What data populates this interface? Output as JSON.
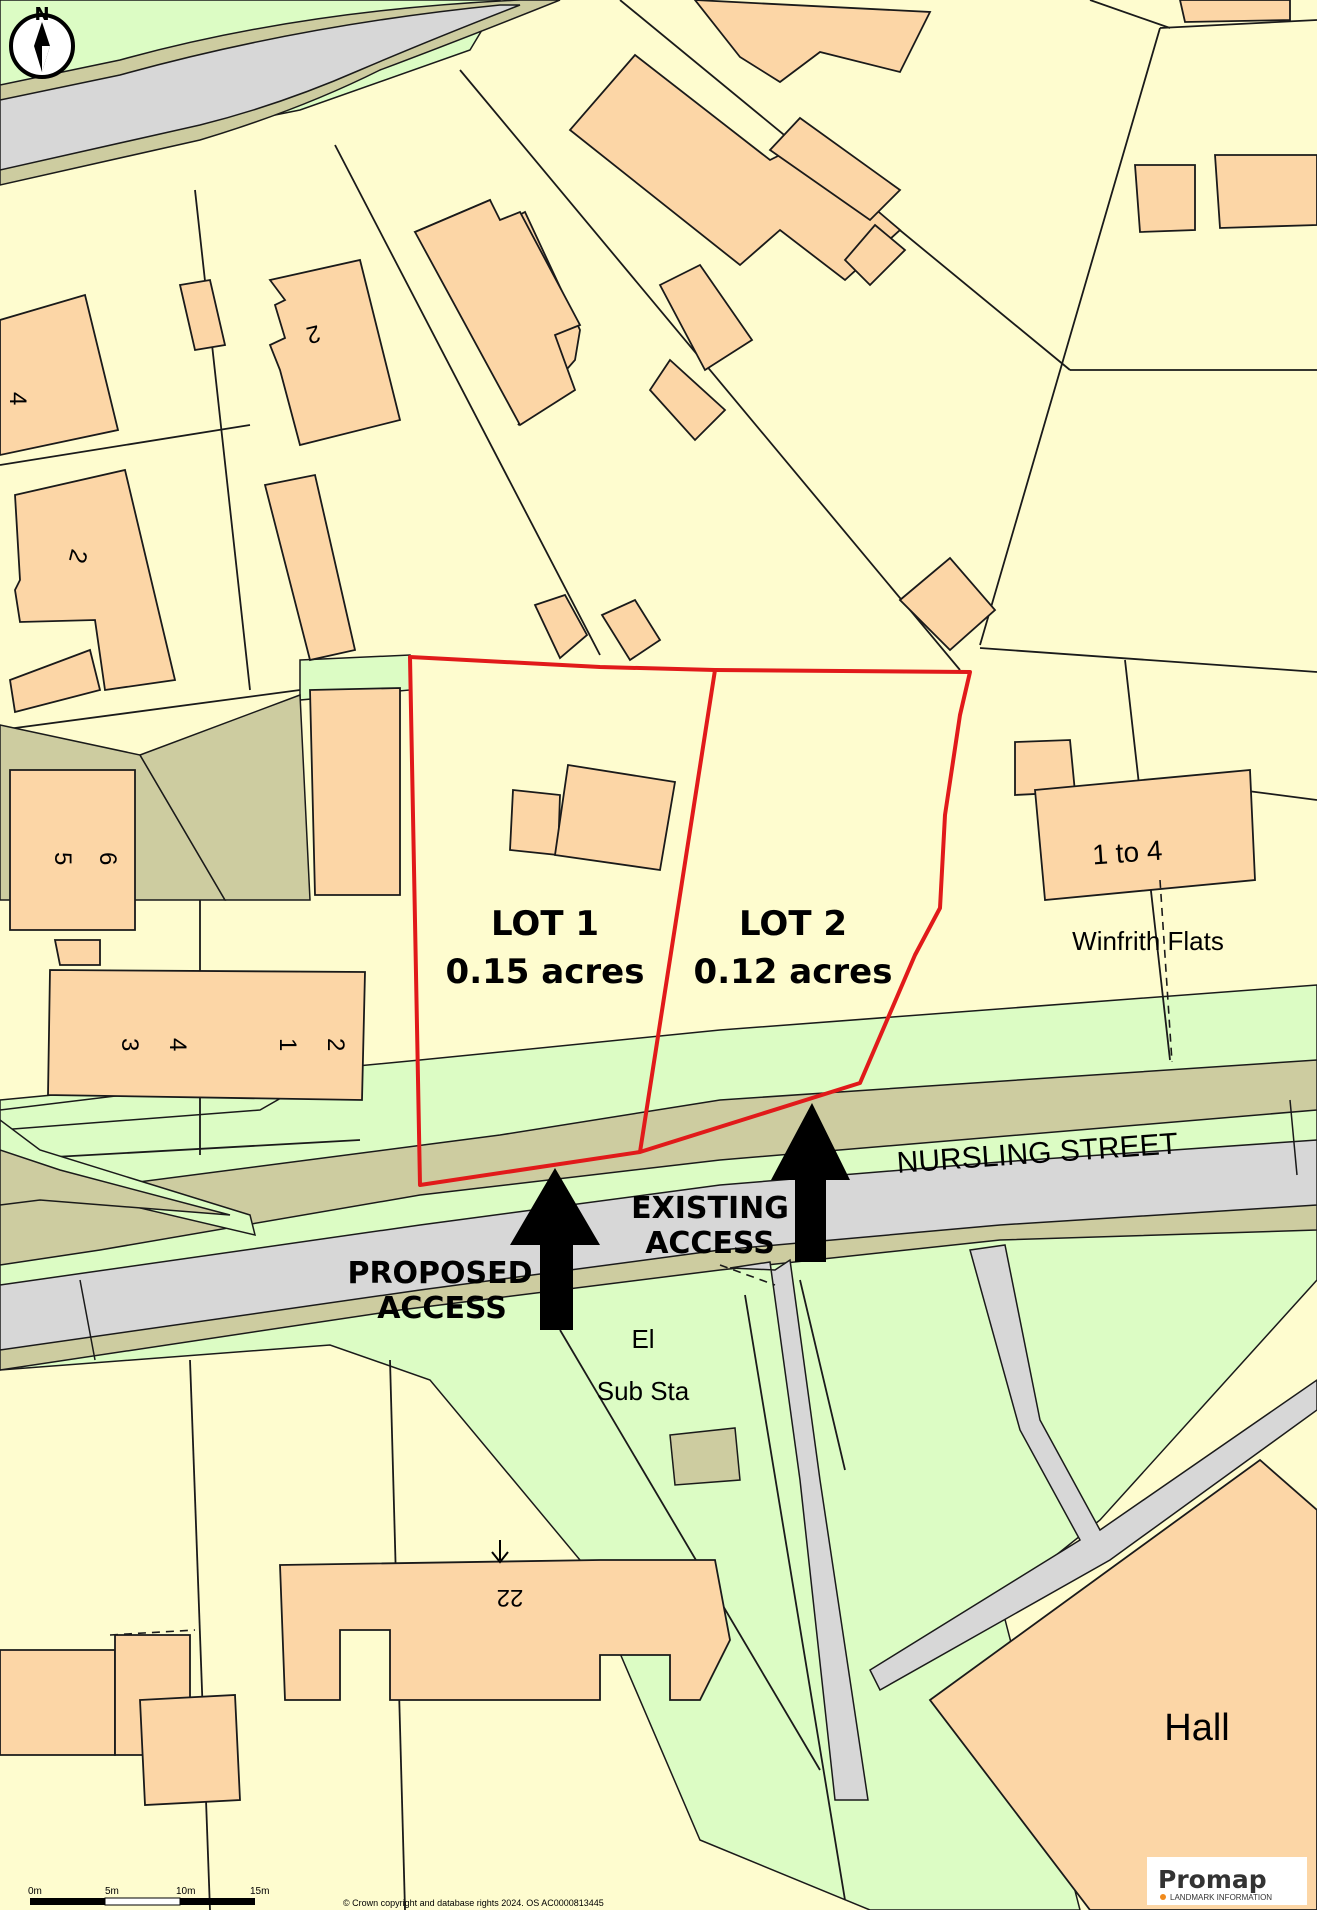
{
  "compass": {
    "north_letter": "N"
  },
  "lots": [
    {
      "name": "LOT 1",
      "area": "0.15 acres"
    },
    {
      "name": "LOT 2",
      "area": "0.12 acres"
    }
  ],
  "access": {
    "proposed_line1": "PROPOSED",
    "proposed_line2": "ACCESS",
    "existing_line1": "EXISTING",
    "existing_line2": "ACCESS"
  },
  "street_name": "NURSLING STREET",
  "place_labels": {
    "winfrith_flats": "Winfrith Flats",
    "flats_number": "1 to 4",
    "el": "El",
    "sub_sta": "Sub Sta",
    "hall": "Hall"
  },
  "house_numbers": {
    "top_left_4": "4",
    "top_2": "2",
    "left_2": "2",
    "pair_5": "5",
    "pair_6": "6",
    "row_3": "3",
    "row_4": "4",
    "row_1": "1",
    "row_2": "2",
    "south_22": "22"
  },
  "scale_bar": {
    "labels": [
      "0m",
      "5m",
      "10m",
      "15m"
    ]
  },
  "copyright": "© Crown copyright and database rights 2024. OS AC0000813445",
  "logo": {
    "name": "Promap",
    "tagline": "LANDMARK INFORMATION"
  },
  "colors": {
    "land": "#fefccf",
    "building": "#fcd6a6",
    "road": "#d7d7d7",
    "verge": "#cdcca0",
    "grass": "#dcfcc4",
    "boundary": "#e11a1a",
    "line": "#1a1a1a"
  }
}
